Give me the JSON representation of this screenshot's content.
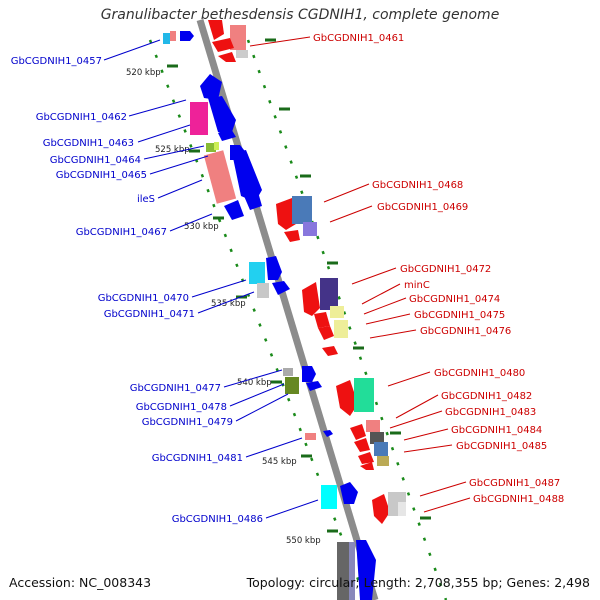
{
  "title": "Granulibacter bethesdensis CGDNIH1, complete genome",
  "accession_label": "Accession: NC_008343",
  "summary": "Topology: circular; Length: 2,708,355 bp; Genes: 2,498",
  "colors": {
    "backbone": "#8c8c8c",
    "tick_dots": "#1a8a1a",
    "forward_labels": "#0000cc",
    "reverse_labels": "#cc0000"
  },
  "ticks": [
    "520 kbp",
    "525 kbp",
    "530 kbp",
    "535 kbp",
    "540 kbp",
    "545 kbp",
    "550 kbp"
  ],
  "left_labels": [
    "GbCGDNIH1_0457",
    "GbCGDNIH1_0462",
    "GbCGDNIH1_0463",
    "GbCGDNIH1_0464",
    "GbCGDNIH1_0465",
    "ileS",
    "GbCGDNIH1_0467",
    "GbCGDNIH1_0470",
    "GbCGDNIH1_0471",
    "GbCGDNIH1_0477",
    "GbCGDNIH1_0478",
    "GbCGDNIH1_0479",
    "GbCGDNIH1_0481",
    "GbCGDNIH1_0486"
  ],
  "right_labels": [
    "GbCGDNIH1_0461",
    "GbCGDNIH1_0468",
    "GbCGDNIH1_0469",
    "GbCGDNIH1_0472",
    "minC",
    "GbCGDNIH1_0474",
    "GbCGDNIH1_0475",
    "GbCGDNIH1_0476",
    "GbCGDNIH1_0480",
    "GbCGDNIH1_0482",
    "GbCGDNIH1_0483",
    "GbCGDNIH1_0484",
    "GbCGDNIH1_0485",
    "GbCGDNIH1_0487",
    "GbCGDNIH1_0488"
  ]
}
